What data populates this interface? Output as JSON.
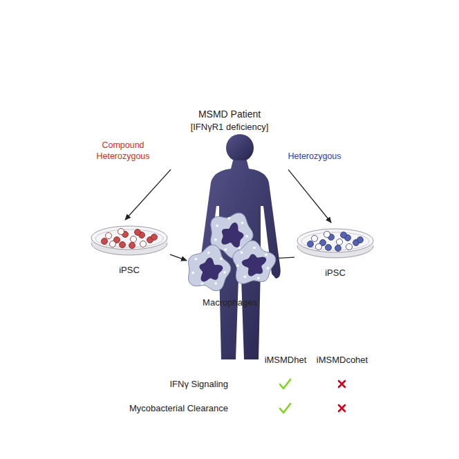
{
  "diagram": {
    "nodes": [
      {
        "text": [
          "MSMD Patient",
          "[IFNγR1 deficiency]"
        ]
      },
      {
        "text": [
          "iPSC"
        ]
      },
      {
        "text": [
          "Macrophages"
        ]
      },
      {
        "text": [
          "iPSC"
        ]
      }
    ],
    "edges": [
      {
        "from": 0,
        "to": 1,
        "label": "Compound Heterozygous",
        "arrow": "to"
      },
      {
        "from": 0,
        "to": 3,
        "label": "Heterozygous",
        "arrow": "to"
      },
      {
        "from": 1,
        "to": 2,
        "arrow": "to"
      },
      {
        "from": 3,
        "to": 2,
        "arrow": "to"
      }
    ],
    "labels": [
      "iMSMDhet",
      "iMSMDcohet",
      "IFNγ Signaling",
      "Mycobacterial Clearance"
    ]
  }
}
